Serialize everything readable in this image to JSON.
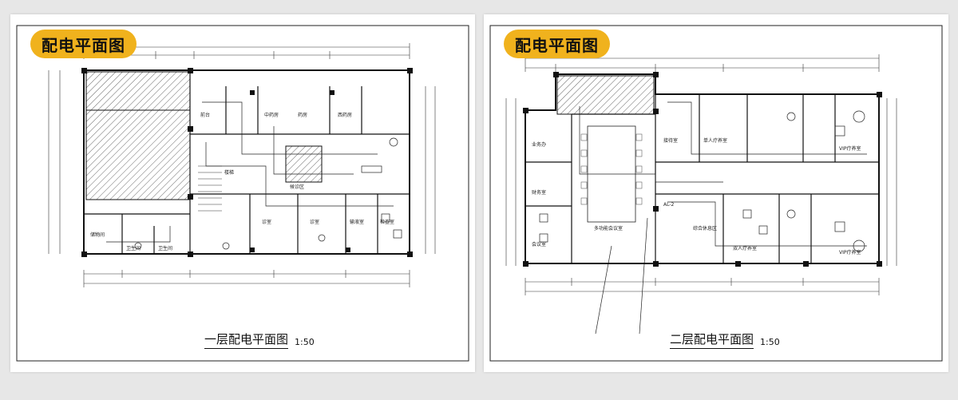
{
  "panels": [
    {
      "badge": "配电平面图",
      "caption_title": "一层配电平面图",
      "caption_scale": "1:50",
      "rooms": [
        "前台",
        "中药房",
        "药房",
        "西药房",
        "诊室",
        "诊室",
        "输液室",
        "候诊区",
        "检查室",
        "卫生间",
        "卫生间",
        "储物间",
        "楼梯"
      ]
    },
    {
      "badge": "配电平面图",
      "caption_title": "二层配电平面图",
      "caption_scale": "1:50",
      "rooms": [
        "业务办",
        "会议室",
        "多功能会议室",
        "综合休息区",
        "接待室",
        "单人疗养室",
        "双人疗养室",
        "VIP疗养室",
        "VIP疗养室",
        "财务室",
        "AL-2"
      ]
    }
  ],
  "colors": {
    "badge": "#f0b21d",
    "line": "#222222",
    "page": "#e7e7e7",
    "panel": "#ffffff"
  }
}
